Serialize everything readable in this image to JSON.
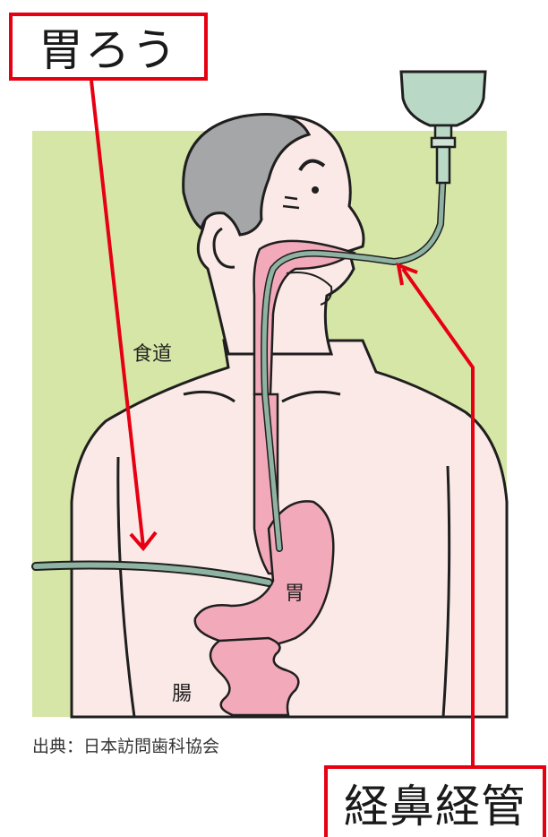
{
  "labels": {
    "gastrostomy": "胃ろう",
    "nasogastric_tube": "経鼻経管",
    "esophagus": "食道",
    "stomach": "胃",
    "intestine": "腸"
  },
  "source": "出典：日本訪問歯科協会",
  "colors": {
    "background_green": "#d6e6a6",
    "skin": "#fbe9e7",
    "hair": "#a4a6a8",
    "organ_pink": "#f2a9b9",
    "tube": "#8fb3a2",
    "bag": "#b9d8c6",
    "arrow_red": "#e60012",
    "outline": "#1f1f1f"
  },
  "icons": {
    "feeding_bag": "drip-bag-icon"
  }
}
